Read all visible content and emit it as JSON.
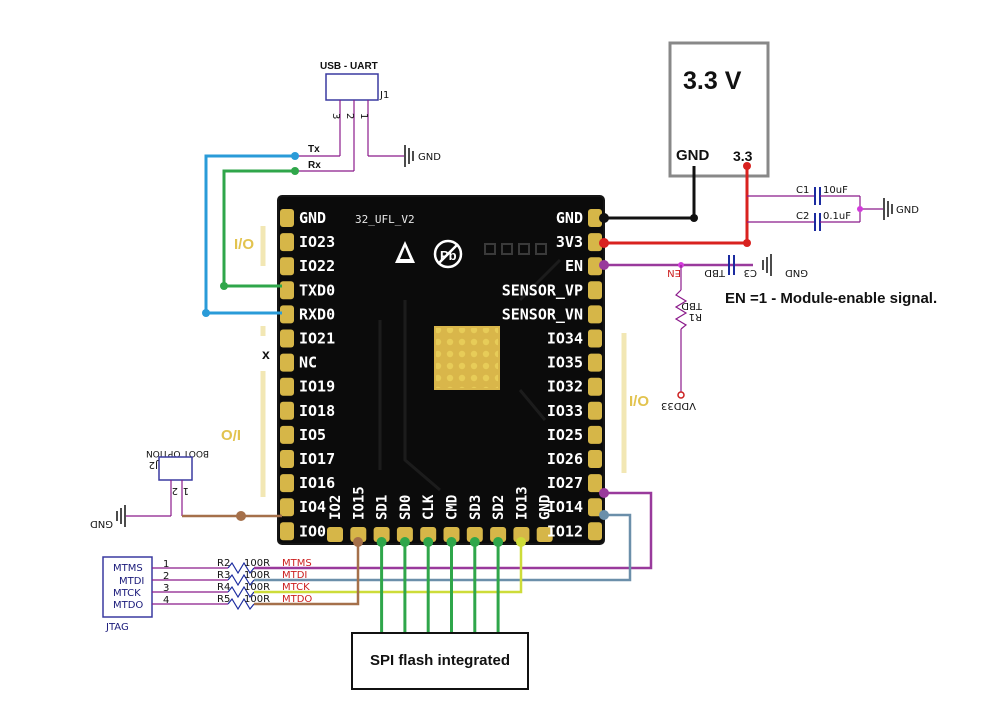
{
  "module": {
    "silk_label": "32_UFL_V2",
    "left_pins": [
      "GND",
      "IO23",
      "IO22",
      "TXD0",
      "RXD0",
      "IO21",
      "NC",
      "IO19",
      "IO18",
      "IO5",
      "IO17",
      "IO16",
      "IO4",
      "IO0"
    ],
    "right_pins": [
      "GND",
      "3V3",
      "EN",
      "SENSOR_VP",
      "SENSOR_VN",
      "IO34",
      "IO35",
      "IO32",
      "IO33",
      "IO25",
      "IO26",
      "IO27",
      "IO14",
      "IO12"
    ],
    "bottom_pins": [
      "IO2",
      "IO15",
      "SD1",
      "SD0",
      "CLK",
      "CMD",
      "SD3",
      "SD2",
      "IO13",
      "GND"
    ],
    "io_tags": [
      "I/O",
      "I/O",
      "I/O"
    ],
    "nc_mark": "x"
  },
  "usb_uart": {
    "title": "USB - UART",
    "ref": "J1",
    "pin_numbers": [
      "3",
      "2",
      "1"
    ],
    "tx": "Tx",
    "rx": "Rx",
    "gnd": "GND"
  },
  "power": {
    "voltage": "3.3 V",
    "gnd": "GND",
    "v33": "3.3",
    "c1_ref": "C1",
    "c1_val": "10uF",
    "c2_ref": "C2",
    "c2_val": "0.1uF",
    "cap_gnd": "GND"
  },
  "en_circuit": {
    "en_net": "EN",
    "tbd_cap": "TBD",
    "c3_ref": "C3",
    "gnd": "GND",
    "r1_val": "TBD",
    "r1_ref": "R1",
    "vdd": "VDD33",
    "note": "EN =1 - Module-enable signal."
  },
  "boot": {
    "label": "BOOT OPTION",
    "ref": "J2",
    "pin_numbers": [
      "2",
      "1"
    ],
    "gnd": "GND"
  },
  "jtag": {
    "ref": "JTAG",
    "signals": [
      "MTMS",
      "MTDI",
      "MTCK",
      "MTDO"
    ],
    "pin_numbers": [
      "1",
      "2",
      "3",
      "4"
    ],
    "resistors": [
      "R2",
      "R3",
      "R4",
      "R5"
    ],
    "res_value": "100R",
    "net_labels": [
      "MTMS",
      "MTDI",
      "MTCK",
      "MTDO"
    ]
  },
  "spi_box": "SPI flash integrated",
  "colors": {
    "board": "#0a0a0a",
    "pad": "#d6b648",
    "blue_wire": "#2a9bd8",
    "green_wire": "#2fa64a",
    "red_wire": "#d9221f",
    "purple_wire": "#993a9c",
    "steel_wire": "#6b8faa",
    "yellow_wire": "#cddc39",
    "brown_wire": "#a5704a",
    "schem_line": "#8b1a8b",
    "cap_blue": "#1b2ba0"
  }
}
